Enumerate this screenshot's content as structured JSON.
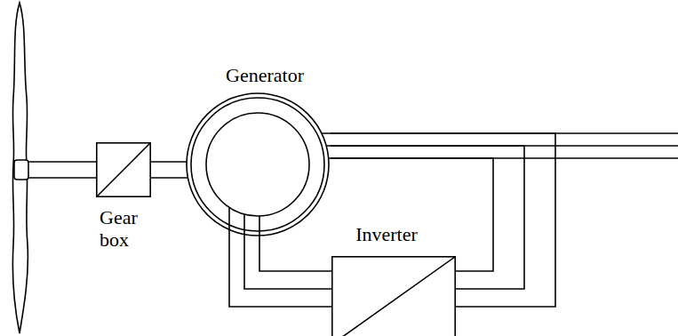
{
  "diagram": {
    "nodes": [
      {
        "text": [
          "Gear box"
        ]
      },
      {
        "text": [
          "Generator"
        ]
      },
      {
        "text": [
          "Inverter"
        ]
      }
    ],
    "edges": [
      {
        "from": 0,
        "to": 1,
        "arrow": "none"
      },
      {
        "from": 1,
        "to": 2,
        "arrow": "none"
      },
      {
        "from": 2,
        "to": 1,
        "arrow": "none"
      }
    ]
  }
}
